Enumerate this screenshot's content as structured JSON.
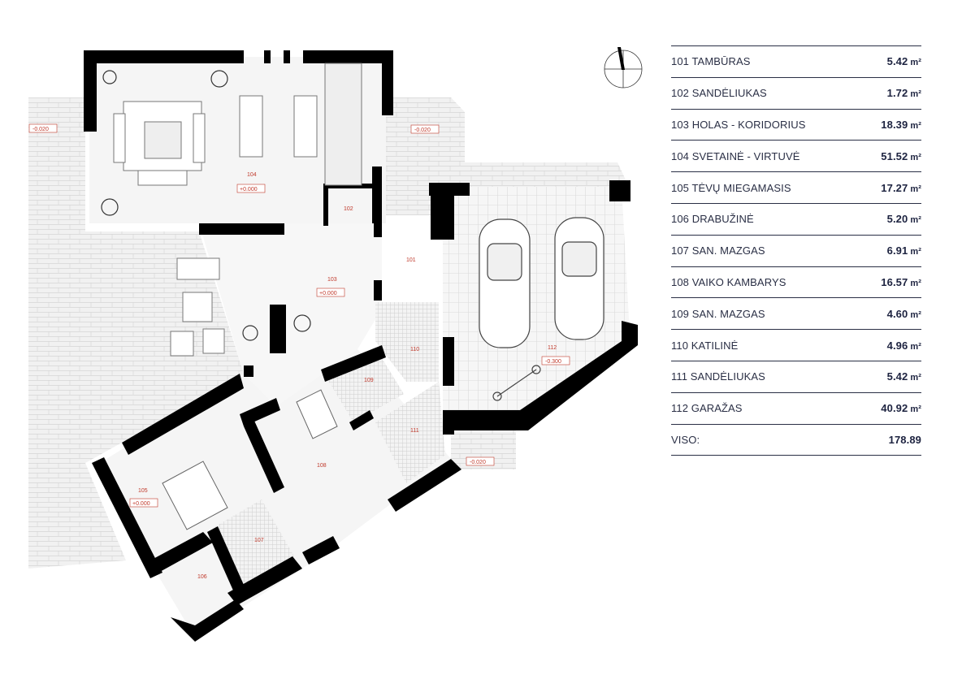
{
  "legend": {
    "rooms": [
      {
        "name": "101 TAMBŪRAS",
        "area": "5.42"
      },
      {
        "name": "102 SANDĖLIUKAS",
        "area": "1.72"
      },
      {
        "name": "103 HOLAS - KORIDORIUS",
        "area": "18.39"
      },
      {
        "name": "104 SVETAINĖ - VIRTUVĖ",
        "area": "51.52"
      },
      {
        "name": "105 TĖVŲ MIEGAMASIS",
        "area": "17.27"
      },
      {
        "name": "106 DRABUŽINĖ",
        "area": "5.20"
      },
      {
        "name": "107 SAN. MAZGAS",
        "area": "6.91"
      },
      {
        "name": "108 VAIKO KAMBARYS",
        "area": "16.57"
      },
      {
        "name": "109 SAN. MAZGAS",
        "area": "4.60"
      },
      {
        "name": "110 KATILINĖ",
        "area": "4.96"
      },
      {
        "name": "111 SANDĖLIUKAS",
        "area": "5.42"
      },
      {
        "name": "112 GARAŽAS",
        "area": "40.92"
      }
    ],
    "total_label": "VISO:",
    "total_area": "178.89",
    "unit": "m²"
  },
  "plan": {
    "room_numbers": [
      "101",
      "102",
      "103",
      "104",
      "105",
      "106",
      "107",
      "108",
      "109",
      "110",
      "111",
      "112"
    ],
    "levels": {
      "terrace_left": "-0.020",
      "terrace_top": "-0.020",
      "living": "+0.000",
      "hall": "+0.000",
      "bedroom": "+0.000",
      "garage": "-0.300",
      "garage_entry": "-0.020"
    }
  },
  "colors": {
    "wall": "#000000",
    "floor": "#f4f4f4",
    "paving": "#eeeeee",
    "label": "#c0392b",
    "text": "#1d2340"
  },
  "icons": [
    "north-arrow-icon",
    "car-icon",
    "motorcycle-icon",
    "plant-icon",
    "bed-icon",
    "sofa-icon",
    "table-icon"
  ]
}
